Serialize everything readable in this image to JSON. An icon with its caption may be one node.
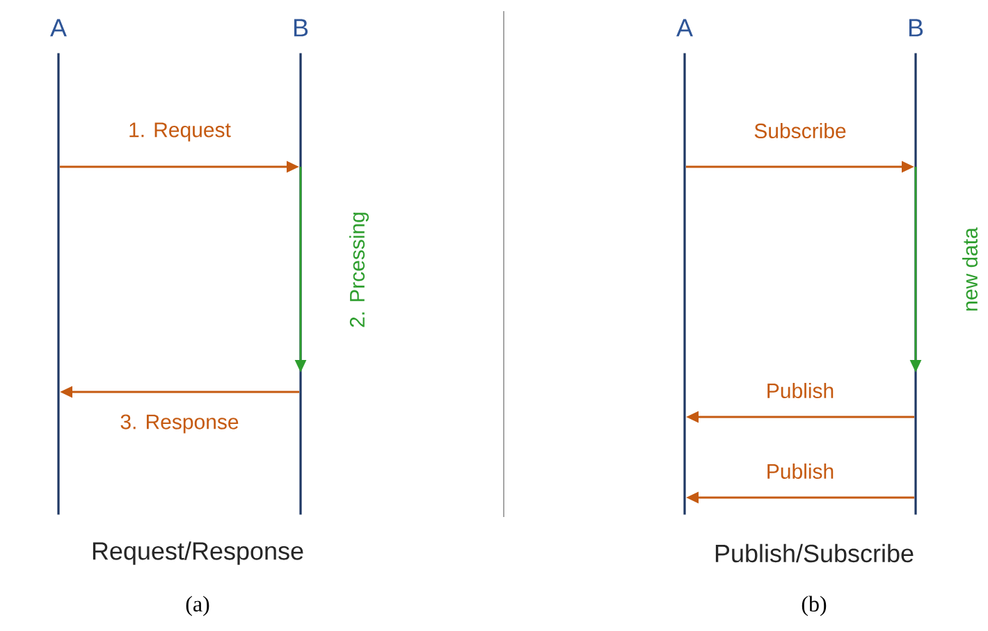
{
  "diagram": {
    "nodes": [
      {
        "text": [
          "A"
        ]
      },
      {
        "text": [
          "B"
        ]
      },
      {
        "text": [
          "A"
        ]
      },
      {
        "text": [
          "B"
        ]
      }
    ],
    "edges": [
      {
        "from": 0,
        "to": 1,
        "arrow": "to",
        "label": "1. Request"
      },
      {
        "from": 1,
        "to": 0,
        "arrow": "to",
        "label": "3. Response"
      },
      {
        "from": 2,
        "to": 3,
        "arrow": "to",
        "label": "Subscribe"
      },
      {
        "from": 3,
        "to": 2,
        "arrow": "to",
        "label": "Publish"
      },
      {
        "from": 3,
        "to": 2,
        "arrow": "to",
        "label": "Publish"
      }
    ],
    "labels": [
      "2. Prcessing",
      "new data",
      "Request/Response",
      "(a)",
      "Publish/Subscribe",
      "(b)"
    ]
  }
}
